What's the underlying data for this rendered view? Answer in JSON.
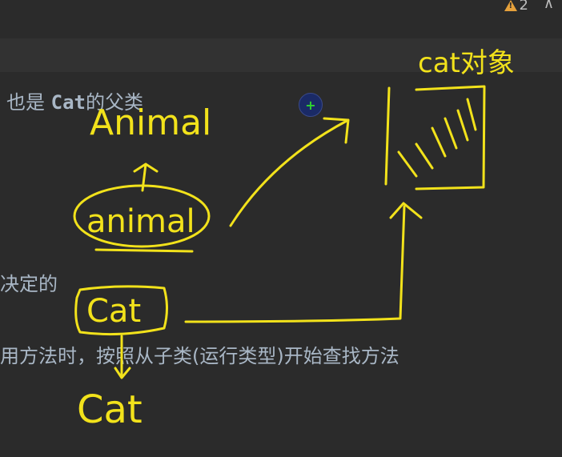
{
  "status": {
    "warning_count": "2",
    "warning_icon": "warning-triangle-icon",
    "chevron_icon": "chevron-up-icon"
  },
  "code": {
    "line1_prefix": "也是 ",
    "line1_kw": "Cat",
    "line1_suffix": "的父类",
    "line2": "决定的",
    "line3": "用方法时，按照从子类(运行类型)开始查找方法"
  },
  "annotations": {
    "animal_top": "Animal",
    "animal_circled": "animal",
    "cat_boxed": "Cat",
    "cat_bottom": "Cat",
    "cat_object_label": "cat对象"
  },
  "colors": {
    "background": "#2b2b2b",
    "text": "#a9b7c6",
    "ink": "#f2e21b",
    "warning": "#e6a13b"
  }
}
